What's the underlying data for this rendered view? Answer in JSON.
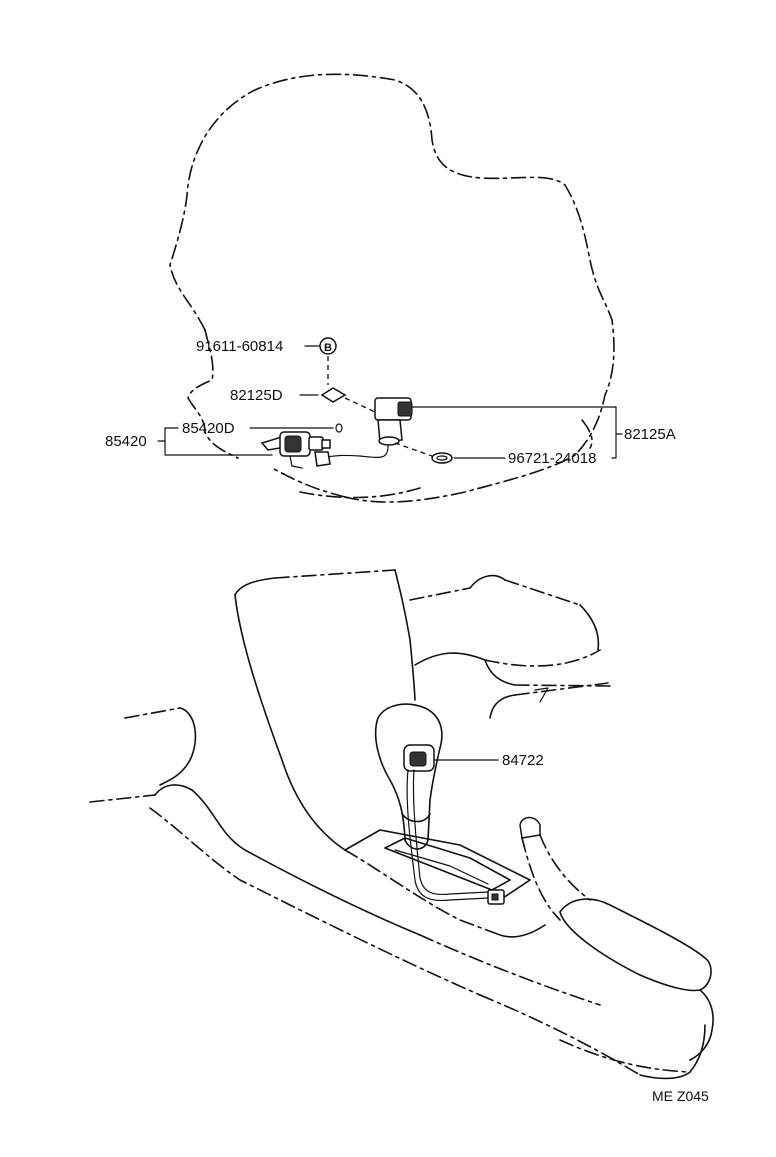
{
  "labels": {
    "bolt": "91611-60814",
    "bolt_marker": "B",
    "gasket": "82125D",
    "assy_left": "85420",
    "switch": "85420D",
    "assy_right": "82125A",
    "oring": "96721-24018",
    "knob_switch": "84722",
    "figure_code": "ME Z045"
  }
}
